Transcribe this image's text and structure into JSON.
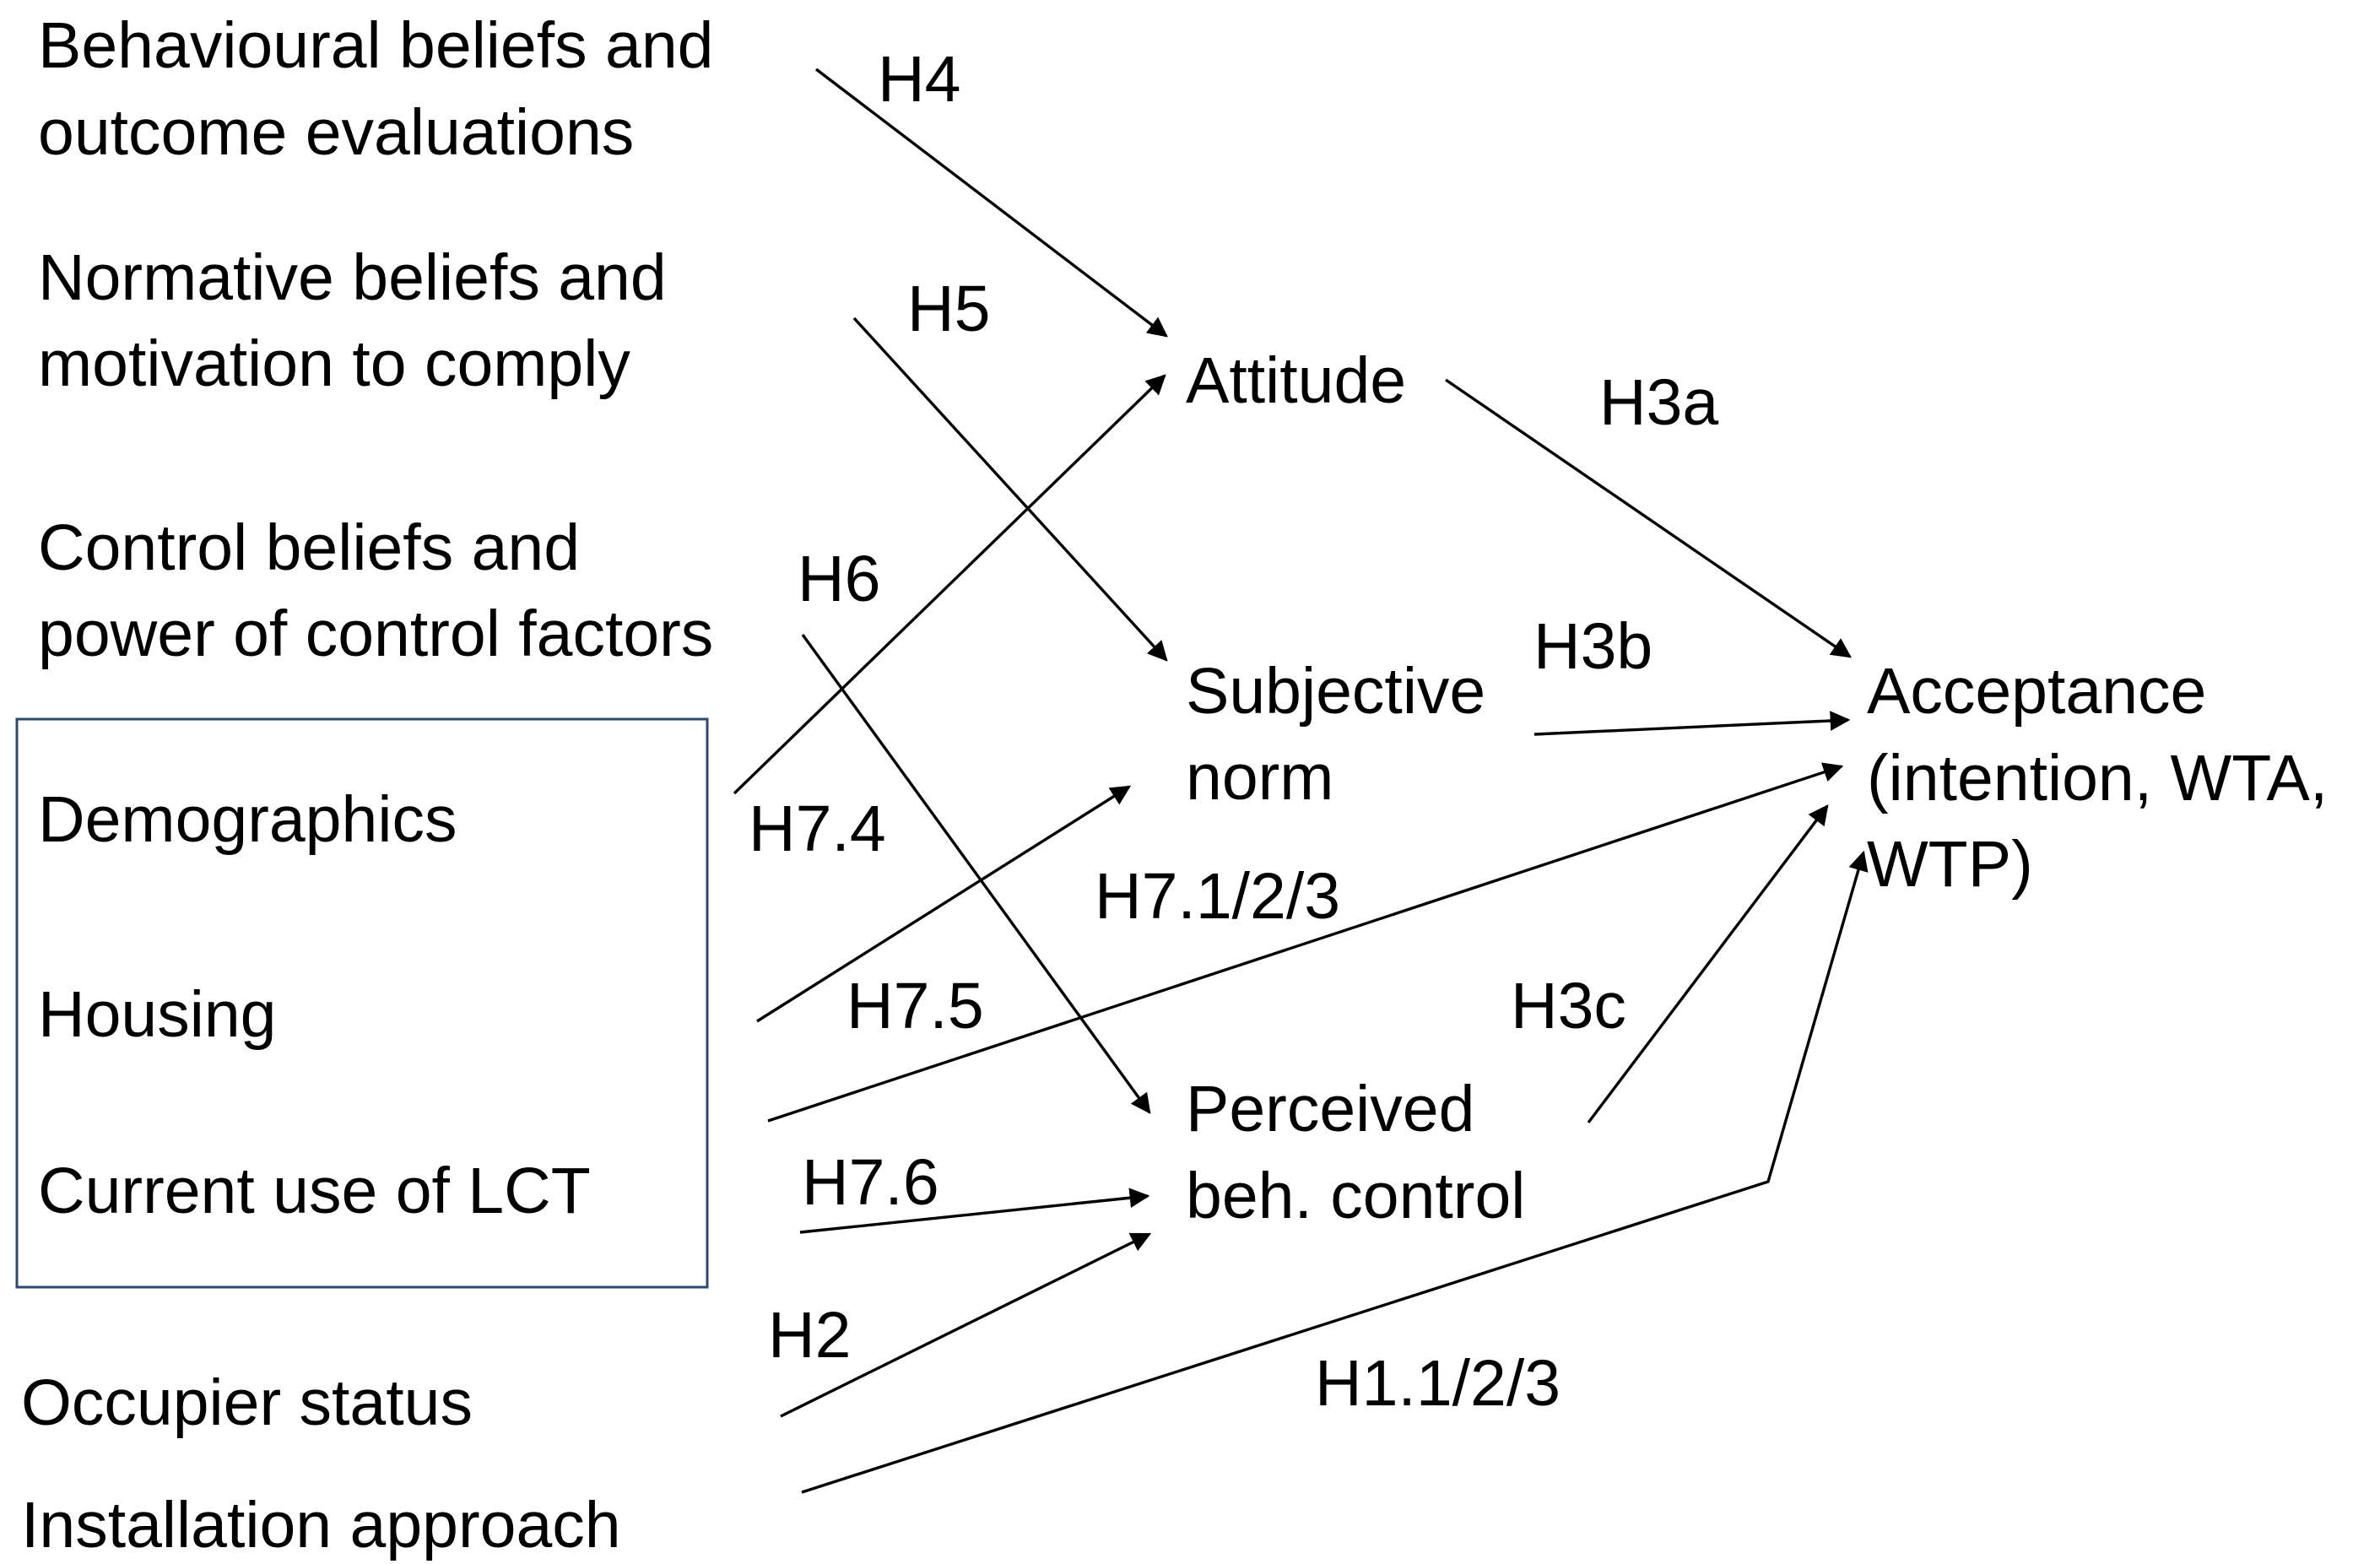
{
  "nodes": {
    "behavioural_beliefs": [
      "Behavioural beliefs and",
      "outcome evaluations"
    ],
    "normative_beliefs": [
      "Normative beliefs and",
      "motivation to comply"
    ],
    "control_beliefs": [
      "Control beliefs and",
      "power of control factors"
    ],
    "demographics": "Demographics",
    "housing": "Housing",
    "current_use_lct": "Current use of LCT",
    "occupier_status": "Occupier status",
    "installation_approach": "Installation approach",
    "attitude": "Attitude",
    "subjective_norm": [
      "Subjective",
      "norm"
    ],
    "perceived_beh_control": [
      "Perceived",
      "beh. control"
    ],
    "acceptance": [
      "Acceptance",
      "(intention, WTA,",
      "WTP)"
    ]
  },
  "hypotheses": {
    "h4": "H4",
    "h5": "H5",
    "h6": "H6",
    "h3a": "H3a",
    "h3b": "H3b",
    "h3c": "H3c",
    "h7_4": "H7.4",
    "h7_123": "H7.1/2/3",
    "h7_5": "H7.5",
    "h7_6": "H7.6",
    "h2": "H2",
    "h1_123": "H1.1/2/3"
  },
  "colors": {
    "line": "#000000",
    "group_box": "#2f4a72"
  }
}
